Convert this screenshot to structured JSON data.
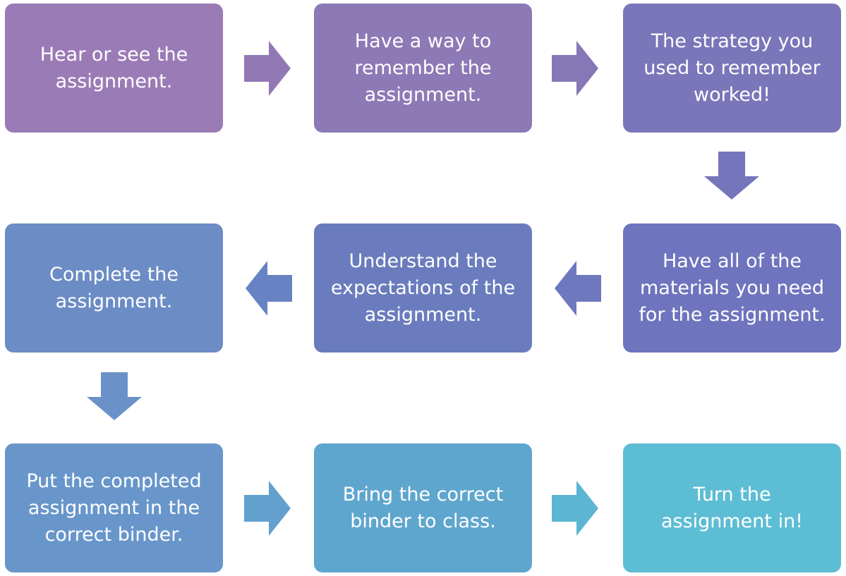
{
  "flowchart": {
    "steps": [
      {
        "text": "Hear or see the assignment.",
        "color": "#9B7BB5"
      },
      {
        "text": "Have a way to remember the assignment.",
        "color": "#8C79B5"
      },
      {
        "text": "The strategy you used to remember worked!",
        "color": "#7A76B9"
      },
      {
        "text": "Have all of the materials you need for the assignment.",
        "color": "#6E74BD"
      },
      {
        "text": "Understand the expectations of the assignment.",
        "color": "#6A7CBD"
      },
      {
        "text": "Complete the assignment.",
        "color": "#6B8CC5"
      },
      {
        "text": "Put the completed assignment in the correct binder.",
        "color": "#6896CB"
      },
      {
        "text": "Bring the correct binder to class.",
        "color": "#5FA6CE"
      },
      {
        "text": "Turn the assignment in!",
        "color": "#5DBDD4"
      }
    ],
    "connector_colors": {
      "step1_to_step2": "#9279B5",
      "step2_to_step3": "#8677B6",
      "step3_to_step4": "#7475BB",
      "step4_to_step5": "#6D78BE",
      "step5_to_step6": "#6883C3",
      "step6_to_step7": "#6A92C8",
      "step7_to_step8": "#63A0CE",
      "step8_to_step9": "#5BB5D3"
    }
  }
}
